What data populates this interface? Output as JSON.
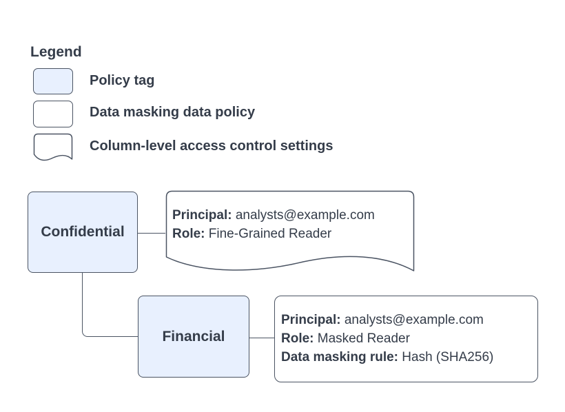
{
  "colors": {
    "canvas": "#ffffff",
    "node_fill": "#e8f0fe",
    "card_fill": "#ffffff",
    "stroke": "#4a5362",
    "text": "#343c49"
  },
  "legend": {
    "title": "Legend",
    "items": [
      {
        "swatch": "policy-tag-swatch",
        "label": "Policy tag"
      },
      {
        "swatch": "data-masking-policy-swatch",
        "label": "Data masking data policy"
      },
      {
        "swatch": "column-access-swatch",
        "label": "Column-level access control settings"
      }
    ]
  },
  "diagram": {
    "policy_tags": [
      {
        "label": "Confidential"
      },
      {
        "label": "Financial"
      }
    ],
    "confidential_settings": {
      "lines": [
        {
          "label": "Principal: ",
          "value": "analysts@example.com"
        },
        {
          "label": "Role: ",
          "value": "Fine-Grained Reader"
        }
      ]
    },
    "financial_policy": {
      "lines": [
        {
          "label": "Principal: ",
          "value": "analysts@example.com"
        },
        {
          "label": "Role: ",
          "value": "Masked Reader"
        },
        {
          "label": "Data masking rule: ",
          "value": "Hash (SHA256)"
        }
      ]
    }
  }
}
